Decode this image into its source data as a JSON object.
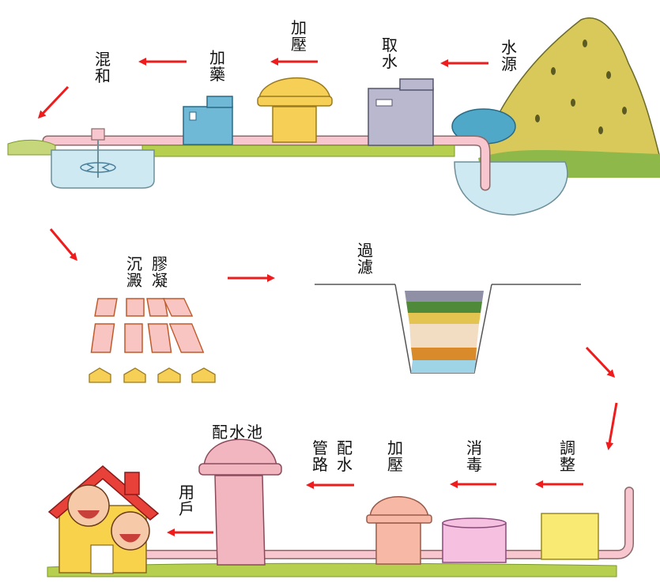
{
  "labels": {
    "source": [
      "水",
      "源"
    ],
    "intake": [
      "取",
      "水"
    ],
    "pressurize1": [
      "加",
      "壓"
    ],
    "chemical": [
      "加",
      "藥"
    ],
    "mixing": [
      "混",
      "和"
    ],
    "coagulation": [
      "膠",
      "凝"
    ],
    "sedimentation": [
      "沉",
      "澱"
    ],
    "filtration": [
      "過",
      "濾"
    ],
    "adjustment": [
      "調",
      "整"
    ],
    "disinfection": [
      "消",
      "毒"
    ],
    "pressurize2": [
      "加",
      "壓"
    ],
    "distribution": [
      "配",
      "水"
    ],
    "pipeline": [
      "管",
      "路"
    ],
    "reservoir": "配水池",
    "household": [
      "用",
      "戶"
    ]
  },
  "colors": {
    "arrow": "#ee1c1c",
    "water": "#cfe9f3",
    "pipe": "#f7c6ce",
    "grass": "#b6cf4f",
    "hill": "#d9c95a",
    "yellow_tank": "#f6cf57",
    "blue_building": "#6fb8d6",
    "gray_building": "#b9b8cf",
    "pink_tower": "#f2b6c1",
    "house": "#f8d24a",
    "roof": "#e8413a"
  }
}
